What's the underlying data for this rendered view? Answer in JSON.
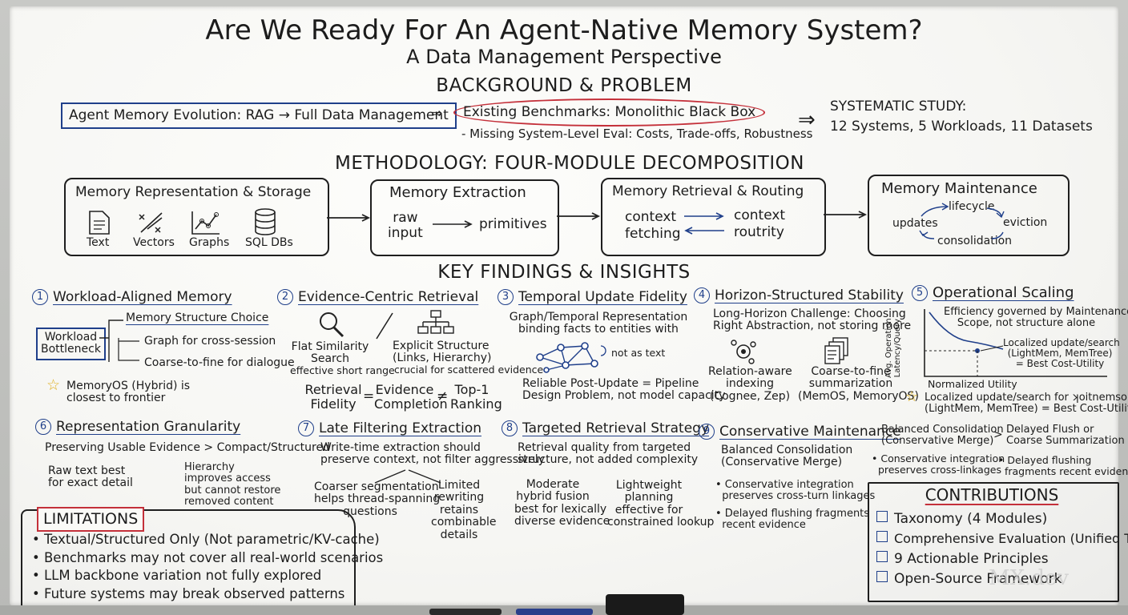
{
  "title": "Are We Ready For An Agent-Native Memory System?",
  "subtitle": "A Data Management Perspective",
  "background": {
    "heading": "BACKGROUND & PROBLEM",
    "evolution": "Agent Memory Evolution: RAG → Full Data Management",
    "benchmarks": "Existing Benchmarks: Monolithic Black Box",
    "missing": "- Missing System-Level Eval: Costs, Trade-offs, Robustness",
    "study_title": "SYSTEMATIC STUDY:",
    "study_detail": "12 Systems, 5 Workloads, 11 Datasets"
  },
  "methodology": {
    "heading": "METHODOLOGY: FOUR-MODULE DECOMPOSITION",
    "m1": {
      "title": "Memory Representation & Storage",
      "items": [
        "Text",
        "Vectors",
        "Graphs",
        "SQL DBs"
      ]
    },
    "m2": {
      "title": "Memory Extraction",
      "left": "raw\ninput",
      "right": "primitives"
    },
    "m3": {
      "title": "Memory Retrieval & Routing",
      "l1": "context",
      "l2": "fetching",
      "r1": "context",
      "r2": "routrity"
    },
    "m4": {
      "title": "Memory Maintenance",
      "lifecycle": "lifecycle",
      "updates": "updates",
      "eviction": "eviction",
      "consolidation": "consolidation"
    }
  },
  "findings": {
    "heading": "KEY FINDINGS & INSIGHTS",
    "f1": {
      "num": "1",
      "title": "Workload-Aligned Memory",
      "bottleneck": "Workload\nBottleneck",
      "choice": "Memory Structure Choice",
      "b1": "Graph for cross-session",
      "b2": "Coarse-to-fine for dialogue",
      "star": "MemoryOS (Hybrid) is\nclosest to frontier"
    },
    "f2": {
      "num": "2",
      "title": "Evidence-Centric Retrieval",
      "flat": "Flat Similarity\nSearch",
      "flat_note": "effective short range",
      "explicit": "Explicit Structure\n(Links, Hierarchy)",
      "explicit_note": "crucial for scattered evidence",
      "eq_left": "Retrieval\nFidelity",
      "eq_mid": "Evidence\nCompletion",
      "eq_right": "Top-1\nRanking"
    },
    "f3": {
      "num": "3",
      "title": "Temporal Update Fidelity",
      "desc": "Graph/Temporal Representation\nbinding facts to entities with",
      "not_text": "not as text",
      "concl": "Reliable Post-Update = Pipeline\nDesign Problem, not model capacity"
    },
    "f4": {
      "num": "4",
      "title": "Horizon-Structured Stability",
      "desc": "Long-Horizon Challenge: Choosing\nRight Abstraction, not storing more",
      "rel": "Relation-aware\nindexing\n(Cognee, Zep)",
      "coarse": "Coarse-to-fine\nsummarization\n(MemOS, MemoryOS)"
    },
    "f5": {
      "num": "5",
      "title": "Operational Scaling",
      "desc": "Efficiency governed by Maintenance\nScope, not structure alone",
      "ylabel": "Avg. Operation\nLatency/Query",
      "xlabel": "Normalized Utility",
      "note": "Localized update/search\n(LightMem, MemTree)\n= Best Cost-Utility",
      "star": "Localized update/search for ʞoitnemso\n(LightMem, MemTree) = Best Cost-Utility"
    },
    "f6": {
      "num": "6",
      "title": "Representation Granularity",
      "pres": "Preserving Usable Evidence > Compact/Structured",
      "raw": "Raw text best\nfor exact detail",
      "hier": "Hierarchy\nimproves access\nbut cannot restore\nremoved content"
    },
    "f7": {
      "num": "7",
      "title": "Late Filtering Extraction",
      "desc": "Write-time extraction should\npreserve context, not filter aggressively",
      "coarser": "Coarser segmentation\nhelps thread-spanning\nquestions",
      "limited": "Limited\nrewriting\nretains\ncombinable\ndetails"
    },
    "f8": {
      "num": "8",
      "title": "Targeted Retrieval Strategy",
      "desc": "Retrieval quality from targeted\nstructure, not added complexity",
      "moderate": "Moderate\nhybrid fusion\nbest for lexically\ndiverse evidence",
      "light": "Lightweight\nplanning\neffective for\nconstrained lookup"
    },
    "f9": {
      "num": "9",
      "title": "Conservative Maintenance",
      "balanced": "Balanced Consolidation\n(Conservative Merge)",
      "b1": "• Conservative integration\n  preserves cross-turn linkages",
      "b2": "• Delayed flushing fragments\n  recent evidence",
      "r_bal": "Balanced Consolidation\n(Conservative Merge)",
      "r_delay": "Delayed Flush or\nCoarse Summarization",
      "r_b1": "• Conservative integration\n  preserves cross-linkages",
      "r_b2": "• Delayed flushing\n  fragments recent evidence"
    }
  },
  "limitations": {
    "title": "LIMITATIONS",
    "items": [
      "• Textual/Structured Only (Not parametric/KV-cache)",
      "• Benchmarks may not cover all real-world scenarios",
      "• LLM backbone variation not fully explored",
      "• Future systems may break observed patterns"
    ]
  },
  "contributions": {
    "title": "CONTRIBUTIONS",
    "items": [
      "Taxonomy (4 Modules)",
      "Comprehensive Evaluation (Unified Testbed)",
      "9 Actionable Principles",
      "Open-Source Framework"
    ]
  },
  "watermark": "MX.dev",
  "colors": {
    "ink": "#1c1c1c",
    "blue": "#1f3f8a",
    "red": "#c4303a",
    "star": "#e0b020"
  }
}
